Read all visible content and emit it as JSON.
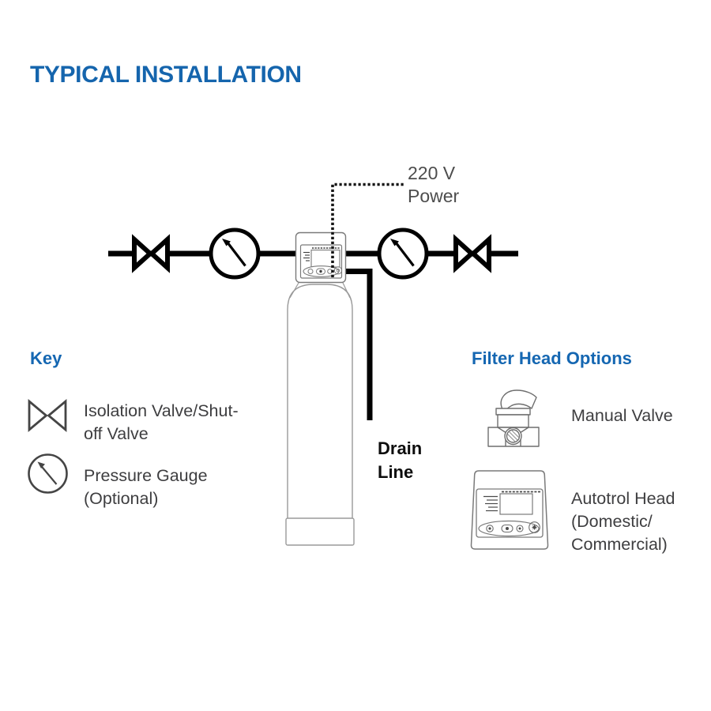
{
  "title": "TYPICAL INSTALLATION",
  "colors": {
    "title_blue": "#1565ad",
    "heading_blue": "#1567b2",
    "body_text_gray": "#3e3e40",
    "power_label_gray": "#4d4d4d",
    "drain_label_black": "#0d0d0d",
    "diagram_line_black": "#000000",
    "equipment_outline_gray": "#8a8a8a"
  },
  "diagram": {
    "power_label": "220 V\nPower",
    "drain_label": "Drain\nLine",
    "icons": [
      "isolation-valve-icon",
      "pressure-gauge-icon",
      "control-head-icon",
      "filter-tank-icon",
      "power-line-dotted",
      "drain-line"
    ]
  },
  "key": {
    "heading": "Key",
    "items": [
      {
        "icon": "isolation-valve-icon",
        "label": "Isolation Valve/Shut-\noff Valve"
      },
      {
        "icon": "pressure-gauge-icon",
        "label": "Pressure Gauge\n(Optional)"
      }
    ]
  },
  "filter_head_options": {
    "heading": "Filter Head Options",
    "items": [
      {
        "icon": "manual-valve-icon",
        "label": "Manual Valve"
      },
      {
        "icon": "autotrol-head-icon",
        "label": "Autotrol Head\n(Domestic/\nCommercial)"
      }
    ]
  }
}
